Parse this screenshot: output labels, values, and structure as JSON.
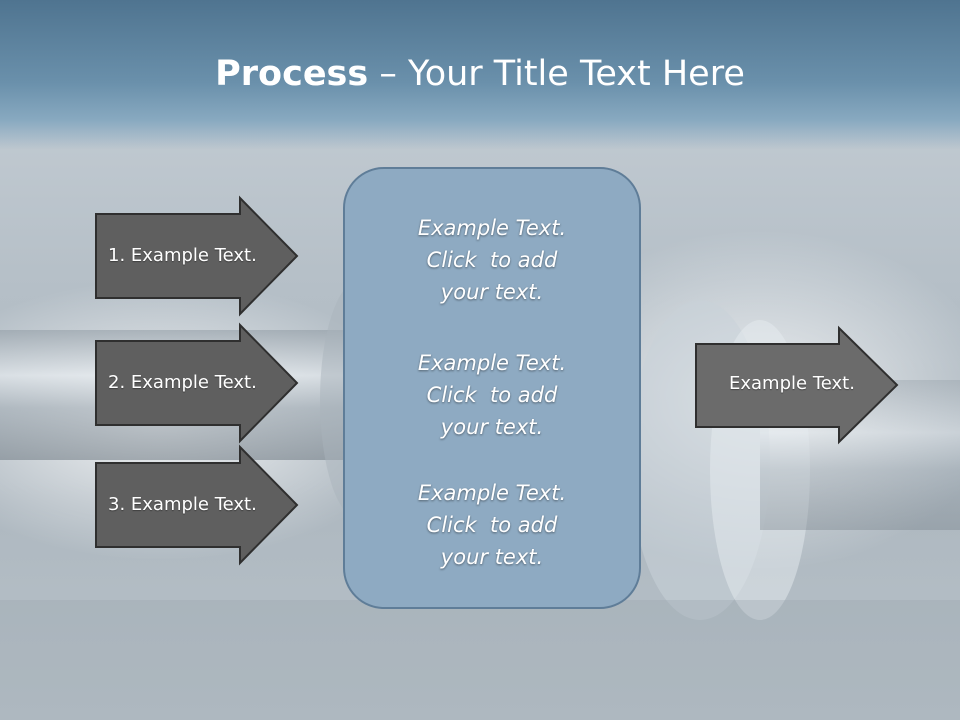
{
  "title": {
    "bold": "Process",
    "rest": " – Your Title Text Here"
  },
  "left_arrows": [
    {
      "label": "1. Example Text."
    },
    {
      "label": "2. Example Text."
    },
    {
      "label": "3. Example Text."
    }
  ],
  "center_panel": {
    "blocks": [
      {
        "lines": [
          "Example Text.",
          "Click  to add",
          "your text."
        ]
      },
      {
        "lines": [
          "Example Text.",
          "Click  to add",
          "your text."
        ]
      },
      {
        "lines": [
          "Example Text.",
          "Click  to add",
          "your text."
        ]
      }
    ]
  },
  "right_arrow": {
    "label": "Example Text."
  },
  "colors": {
    "arrow_fill": "#5f5f5f",
    "arrow_stroke": "#2f2f2f",
    "right_arrow_fill": "#6b6b6b",
    "panel_fill": "#8eaac2",
    "panel_stroke": "#5f7d98",
    "title_band": "#5a7f9b",
    "text": "#ffffff"
  }
}
